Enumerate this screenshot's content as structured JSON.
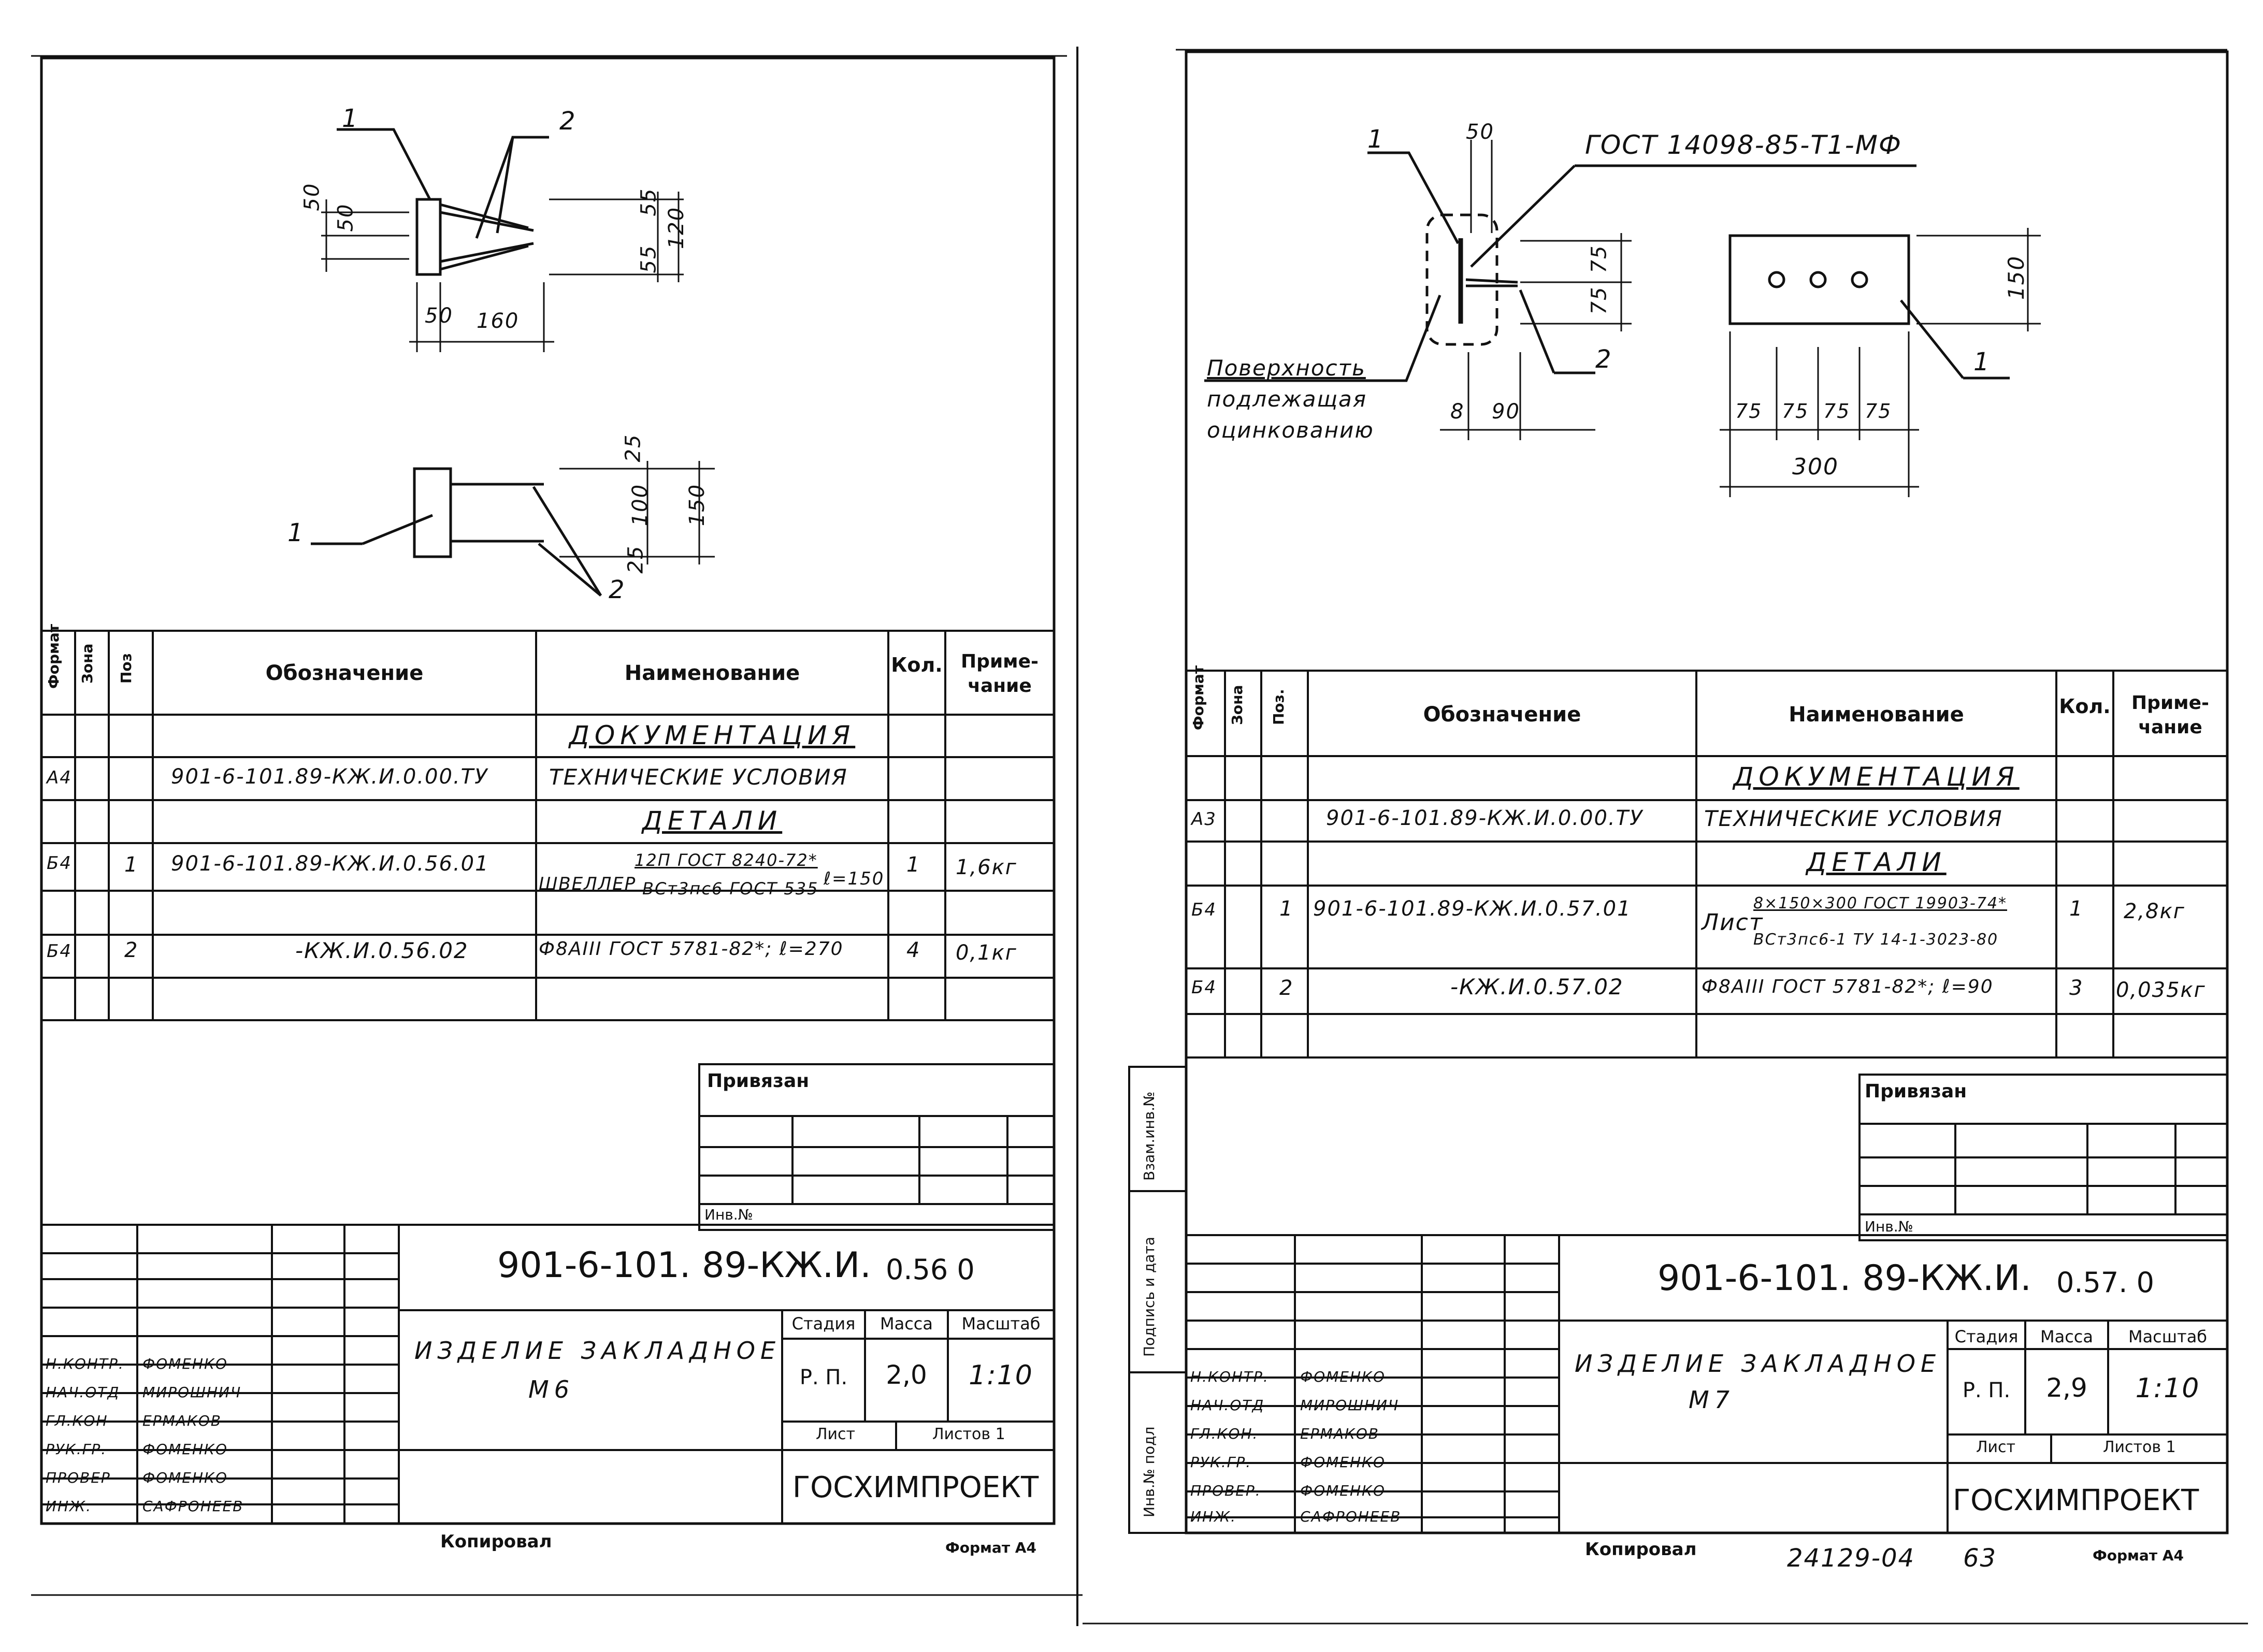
{
  "sheets": [
    {
      "drawing": {
        "labels": [
          "1",
          "2",
          "1",
          "2"
        ],
        "dims": [
          "50",
          "50",
          "55",
          "120",
          "55",
          "50",
          "160",
          "25",
          "100",
          "150",
          "25"
        ]
      },
      "spec": {
        "headers": {
          "format": "Формат",
          "zone": "Зона",
          "pos": "Поз",
          "designation": "Обозначение",
          "name": "Наименование",
          "qty": "Кол.",
          "note": "Приме-\nчание"
        },
        "rows": [
          {
            "format": "",
            "pos": "",
            "designation": "",
            "name": "ДОКУМЕНТАЦИЯ",
            "qty": "",
            "note": ""
          },
          {
            "format": "А4",
            "pos": "",
            "designation": "901-6-101.89-КЖ.И.0.00.ТУ",
            "name": "ТЕХНИЧЕСКИЕ УСЛОВИЯ",
            "qty": "",
            "note": ""
          },
          {
            "format": "",
            "pos": "",
            "designation": "",
            "name": "ДЕТАЛИ",
            "qty": "",
            "note": ""
          },
          {
            "format": "Б4",
            "pos": "1",
            "designation": "901-6-101.89-КЖ.И.0.56.01",
            "name_main": "ШВЕЛЛЕР",
            "name_top": "12П ГОСТ 8240-72*",
            "name_bottom": "ВСт3пс6 ГОСТ 535",
            "name_tail": "ℓ=150",
            "qty": "1",
            "note": "1,6кг"
          },
          {
            "format": "Б4",
            "pos": "2",
            "designation": "-КЖ.И.0.56.02",
            "name": "Ф8АIII ГОСТ 5781-82*; ℓ=270",
            "qty": "4",
            "note": "0,1кг"
          }
        ]
      },
      "stamp": {
        "privyazan": "Привязан",
        "inv": "Инв.№",
        "code": "901-6-101. 89-КЖ.И.",
        "code_suffix": "0.56 0",
        "title": "ИЗДЕЛИЕ ЗАКЛАДНОЕ",
        "subtitle": "М6",
        "stage_h": "Стадия",
        "mass_h": "Масса",
        "scale_h": "Масштаб",
        "stage": "Р. П.",
        "mass": "2,0",
        "scale": "1:10",
        "list": "Лист",
        "listov": "Листов 1",
        "org": "ГОСХИМПРОЕКТ",
        "people": [
          {
            "role": "Н.КОНТР.",
            "name": "ФОМЕНКО"
          },
          {
            "role": "НАЧ.ОТД",
            "name": "МИРОШНИЧ"
          },
          {
            "role": "ГЛ.КОН",
            "name": "ЕРМАКОВ"
          },
          {
            "role": "РУК.ГР.",
            "name": "ФОМЕНКО"
          },
          {
            "role": "ПРОВЕР",
            "name": "ФОМЕНКО"
          },
          {
            "role": "ИНЖ.",
            "name": "САФРОНЕЕВ"
          }
        ]
      },
      "bottom": {
        "copied": "Копировал",
        "format": "Формат А4"
      }
    },
    {
      "drawing": {
        "labels": [
          "1",
          "2",
          "1"
        ],
        "gost": "ГОСТ 14098-85-Т1-МФ",
        "surface": [
          "Поверхность",
          "подлежащая",
          "оцинкованию"
        ],
        "dims": [
          "50",
          "75",
          "75",
          "8",
          "90",
          "150",
          "75",
          "75",
          "75",
          "75",
          "300"
        ]
      },
      "spec": {
        "headers": {
          "format": "Формат",
          "zone": "Зона",
          "pos": "Поз.",
          "designation": "Обозначение",
          "name": "Наименование",
          "qty": "Кол.",
          "note": "Приме-\nчание"
        },
        "rows": [
          {
            "format": "",
            "pos": "",
            "designation": "",
            "name": "ДОКУМЕНТАЦИЯ",
            "qty": "",
            "note": ""
          },
          {
            "format": "А3",
            "pos": "",
            "designation": "901-6-101.89-КЖ.И.0.00.ТУ",
            "name": "ТЕХНИЧЕСКИЕ УСЛОВИЯ",
            "qty": "",
            "note": ""
          },
          {
            "format": "",
            "pos": "",
            "designation": "",
            "name": "ДЕТАЛИ",
            "qty": "",
            "note": ""
          },
          {
            "format": "Б4",
            "pos": "1",
            "designation": "901-6-101.89-КЖ.И.0.57.01",
            "name_main": "Лист",
            "name_top": "8×150×300 ГОСТ 19903-74*",
            "name_bottom": "ВСт3пс6-1 ТУ 14-1-3023-80",
            "name_tail": "",
            "qty": "1",
            "note": "2,8кг"
          },
          {
            "format": "Б4",
            "pos": "2",
            "designation": "-КЖ.И.0.57.02",
            "name": "Ф8АIII ГОСТ 5781-82*; ℓ=90",
            "qty": "3",
            "note": "0,035кг"
          }
        ]
      },
      "side": [
        "Взам.инв.№",
        "Подпись и дата",
        "Инв.№ подл"
      ],
      "stamp": {
        "privyazan": "Привязан",
        "inv": "Инв.№",
        "code": "901-6-101. 89-КЖ.И.",
        "code_suffix": "0.57. 0",
        "title": "ИЗДЕЛИЕ ЗАКЛАДНОЕ",
        "subtitle": "М7",
        "stage_h": "Стадия",
        "mass_h": "Масса",
        "scale_h": "Масштаб",
        "stage": "Р. П.",
        "mass": "2,9",
        "scale": "1:10",
        "list": "Лист",
        "listov": "Листов 1",
        "org": "ГОСХИМПРОЕКТ",
        "people": [
          {
            "role": "Н.КОНТР.",
            "name": "ФОМЕНКО"
          },
          {
            "role": "НАЧ.ОТД",
            "name": "МИРОШНИЧ"
          },
          {
            "role": "ГЛ.КОН.",
            "name": "ЕРМАКОВ"
          },
          {
            "role": "РУК.ГР.",
            "name": "ФОМЕНКО"
          },
          {
            "role": "ПРОВЕР.",
            "name": "ФОМЕНКО"
          },
          {
            "role": "ИНЖ.",
            "name": "САФРОНЕЕВ"
          }
        ]
      },
      "bottom": {
        "copied": "Копировал",
        "number": "24129-04",
        "page": "63",
        "format": "Формат А4"
      }
    }
  ]
}
